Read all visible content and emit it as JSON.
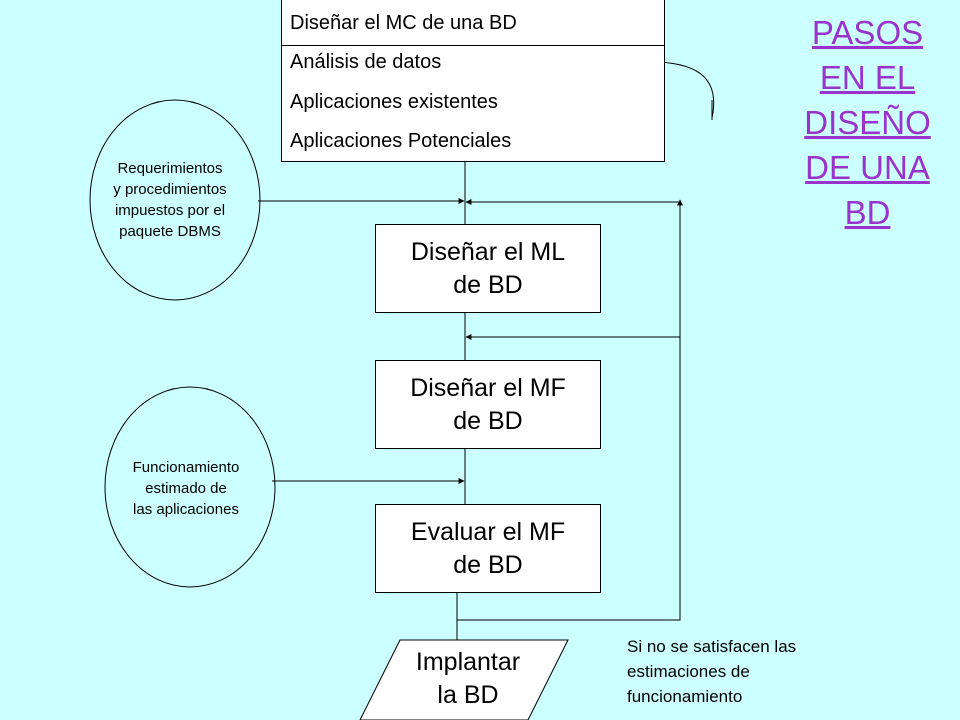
{
  "title": [
    "PASOS",
    "EN EL",
    "DISEÑO",
    "DE UNA",
    "BD"
  ],
  "mc_box": {
    "header": "Diseñar el MC de una BD",
    "items": [
      "Análisis de datos",
      "Aplicaciones existentes",
      "Aplicaciones Potenciales"
    ]
  },
  "ml_box": [
    "Diseñar el ML",
    "de BD"
  ],
  "mf_box": [
    "Diseñar el MF",
    "de BD"
  ],
  "eval_box": [
    "Evaluar el MF",
    "de BD"
  ],
  "implant_box": [
    "Implantar",
    "la BD"
  ],
  "requirements": [
    "Requerimientos",
    "y procedimientos",
    "impuestos por el",
    "paquete DBMS"
  ],
  "performance": [
    "Funcionamiento",
    "estimado de",
    "las aplicaciones"
  ],
  "feedback_note": [
    "Si no se satisfacen las",
    "estimaciones de",
    "funcionamiento"
  ],
  "colors": {
    "background": "#ccffff",
    "title": "#9933cc",
    "box": "#ffffff",
    "line": "#000000"
  }
}
